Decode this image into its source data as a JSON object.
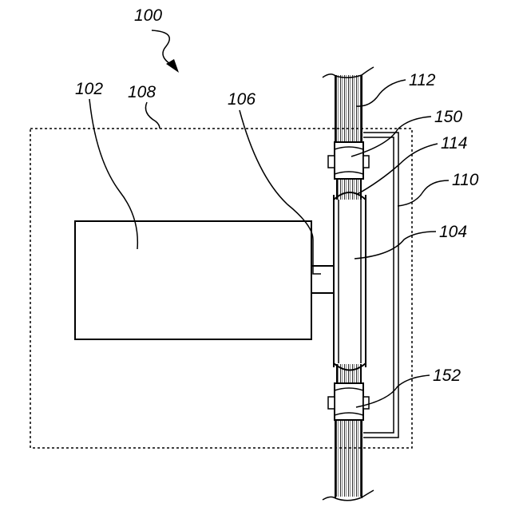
{
  "figure": {
    "labels": {
      "system": "100",
      "unit": "102",
      "housing": "108",
      "shaft": "106",
      "tube_top": "112",
      "clamp_top": "150",
      "end_cap": "114",
      "bracket": "110",
      "element": "104",
      "clamp_bottom": "152"
    }
  }
}
